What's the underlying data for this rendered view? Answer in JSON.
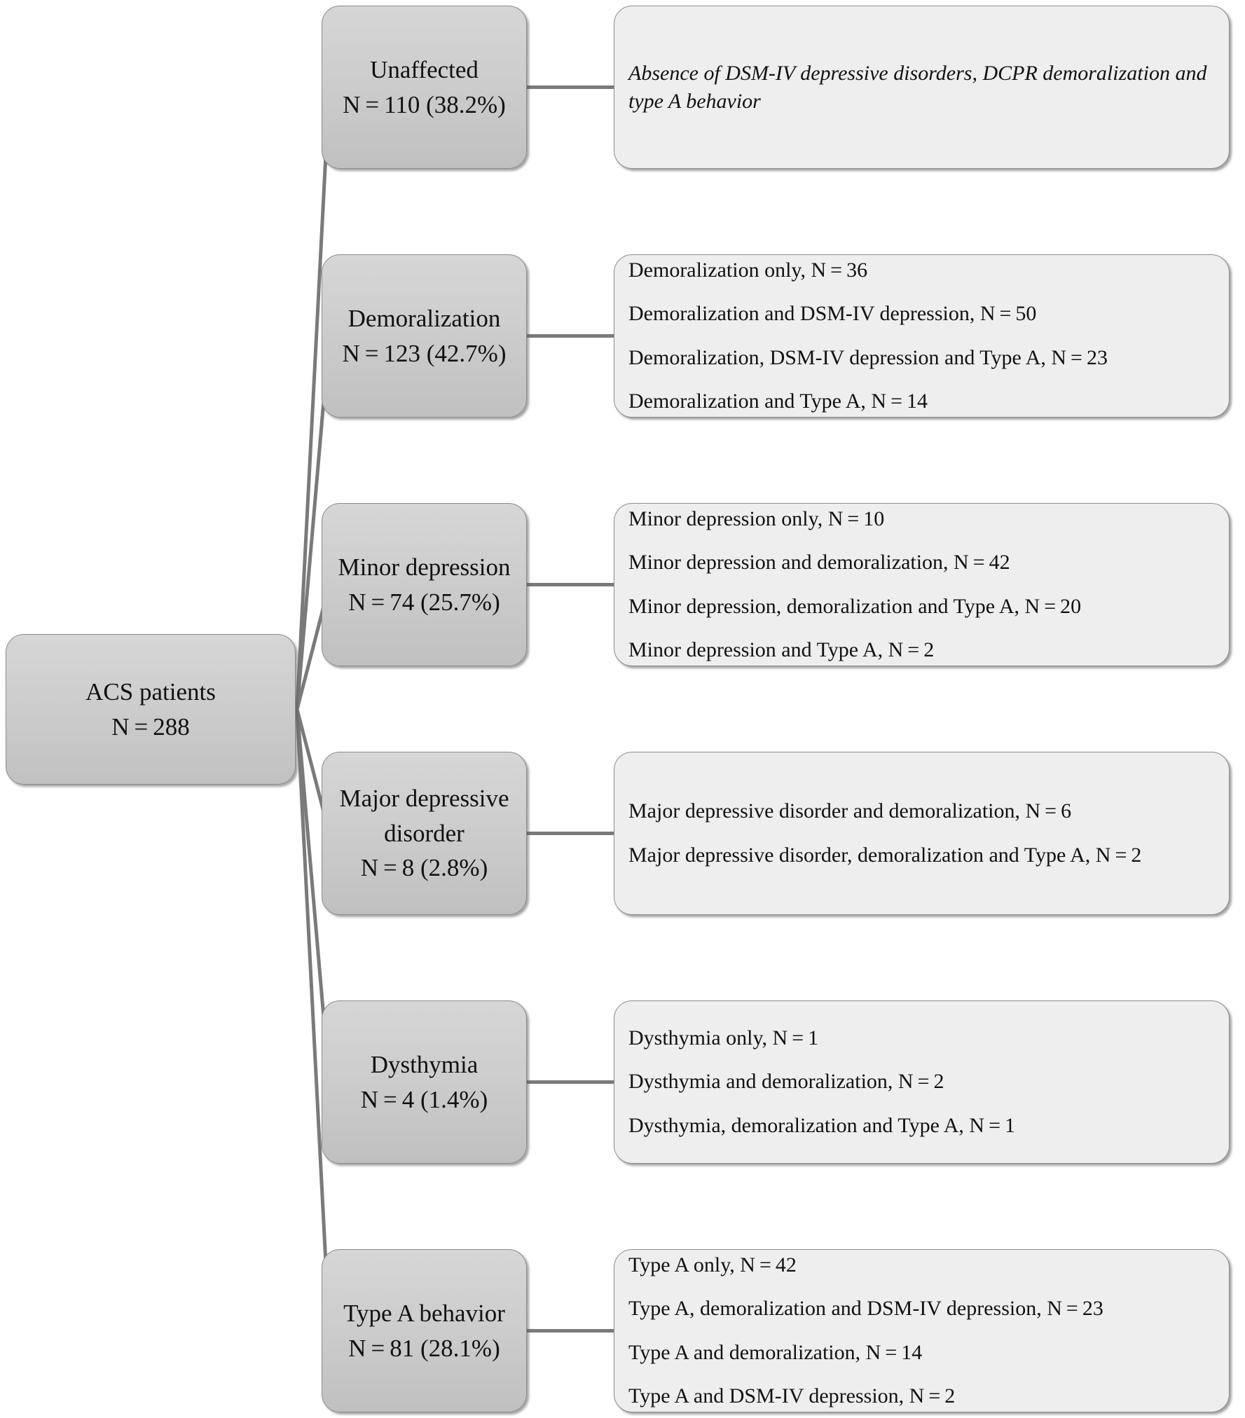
{
  "figure": {
    "type": "flowchart",
    "orientation": "left-to-right",
    "root": {
      "name": "acs-patients",
      "title": "ACS patients",
      "count_label": "N = 288"
    },
    "categories": [
      {
        "name": "unaffected",
        "title": "Unaffected",
        "count_label": "N = 110 (38.2%)",
        "n": 110,
        "percent": 38.2,
        "detail_style": "italic-note",
        "details": [
          "Absence of DSM-IV depressive disorders, DCPR demoralization and type A behavior"
        ]
      },
      {
        "name": "demoralization",
        "title": "Demoralization",
        "count_label": "N = 123 (42.7%)",
        "n": 123,
        "percent": 42.7,
        "detail_style": "list",
        "details": [
          "Demoralization only, N = 36",
          "Demoralization and DSM-IV depression, N = 50",
          "Demoralization, DSM-IV depression and Type A, N = 23",
          "Demoralization and Type A, N = 14"
        ]
      },
      {
        "name": "minor-depression",
        "title": "Minor depression",
        "count_label": "N = 74 (25.7%)",
        "n": 74,
        "percent": 25.7,
        "detail_style": "list",
        "details": [
          "Minor depression only, N = 10",
          "Minor depression and demoralization, N = 42",
          "Minor depression, demoralization and Type A, N = 20",
          "Minor depression and Type A, N = 2"
        ]
      },
      {
        "name": "major-depressive-disorder",
        "title_lines": [
          "Major depressive",
          "disorder"
        ],
        "title": "Major depressive disorder",
        "count_label": "N = 8 (2.8%)",
        "n": 8,
        "percent": 2.8,
        "detail_style": "list",
        "details": [
          "Major depressive disorder and demoralization, N = 6",
          "Major depressive disorder, demoralization and Type A, N = 2"
        ]
      },
      {
        "name": "dysthymia",
        "title": "Dysthymia",
        "count_label": "N = 4 (1.4%)",
        "n": 4,
        "percent": 1.4,
        "detail_style": "list",
        "details": [
          "Dysthymia only, N = 1",
          "Dysthymia and demoralization, N = 2",
          "Dysthymia, demoralization and Type A, N = 1"
        ]
      },
      {
        "name": "type-a-behavior",
        "title": "Type A behavior",
        "count_label": "N = 81 (28.1%)",
        "n": 81,
        "percent": 28.1,
        "detail_style": "list",
        "details": [
          "Type A only, N = 42",
          "Type A, demoralization and DSM-IV depression, N = 23",
          "Type A and demoralization, N = 14",
          "Type A and DSM-IV depression, N = 2"
        ]
      }
    ],
    "colors": {
      "category_fill_top": "#d6d6d6",
      "category_fill_bottom": "#c0c0c0",
      "description_fill": "#eeeeee",
      "border": "#8c8c8c",
      "connector": "#7a7a7a",
      "text": "#111111"
    }
  }
}
